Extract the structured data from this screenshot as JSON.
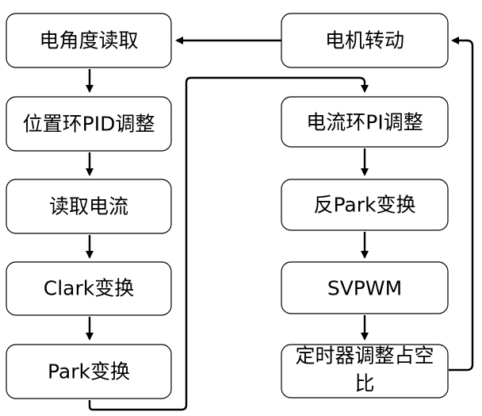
{
  "diagram": {
    "nodes": [
      {
        "id": "motor_angle_read",
        "lines": [
          "电角度读取"
        ]
      },
      {
        "id": "position_pid",
        "lines": [
          "位置环PID调整"
        ]
      },
      {
        "id": "read_current",
        "lines": [
          "读取电流"
        ]
      },
      {
        "id": "clark",
        "lines": [
          "Clark变换"
        ]
      },
      {
        "id": "park",
        "lines": [
          "Park变换"
        ]
      },
      {
        "id": "motor_rotate",
        "lines": [
          "电机转动"
        ]
      },
      {
        "id": "current_pi",
        "lines": [
          "电流环PI调整"
        ]
      },
      {
        "id": "inv_park",
        "lines": [
          "反Park变换"
        ]
      },
      {
        "id": "svpwm",
        "lines": [
          "SVPWM"
        ]
      },
      {
        "id": "timer_duty",
        "lines": [
          "定时器调整占空",
          "比"
        ]
      }
    ],
    "edges": [
      {
        "from": "motor_angle_read",
        "to": "position_pid"
      },
      {
        "from": "position_pid",
        "to": "read_current"
      },
      {
        "from": "read_current",
        "to": "clark"
      },
      {
        "from": "clark",
        "to": "park"
      },
      {
        "from": "park",
        "to": "current_pi"
      },
      {
        "from": "current_pi",
        "to": "inv_park"
      },
      {
        "from": "inv_park",
        "to": "svpwm"
      },
      {
        "from": "svpwm",
        "to": "timer_duty"
      },
      {
        "from": "timer_duty",
        "to": "motor_rotate"
      },
      {
        "from": "motor_rotate",
        "to": "motor_angle_read"
      }
    ]
  }
}
